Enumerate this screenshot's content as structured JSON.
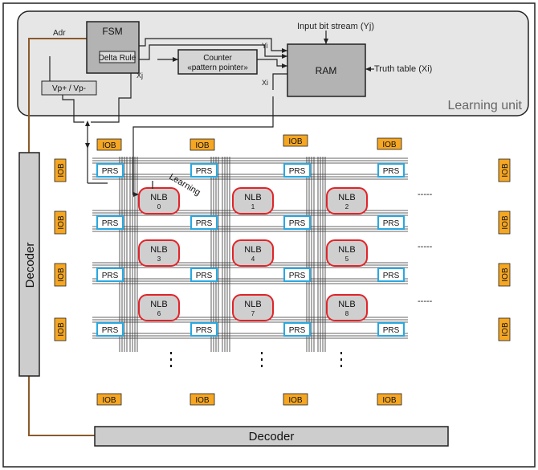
{
  "learning_unit": {
    "title": "Learning unit",
    "fsm": "FSM",
    "delta_rule": "Delta Rule",
    "counter_line1": "Counter",
    "counter_line2": "«pattern pointer»",
    "ram": "RAM",
    "vp": "Vp+ / Vp-",
    "adr": "Adr",
    "xj": "Xj",
    "yi": "Yi",
    "xi": "Xi",
    "input_stream": "Input bit stream (Yj)",
    "truth_table": "Truth table (Xi)"
  },
  "labels": {
    "learning": "Learning",
    "iob": "IOB",
    "prs": "PRS",
    "nlb": "NLB",
    "decoder_vertical": "Decoder",
    "decoder_horizontal": "Decoder",
    "vdots": "⋮",
    "hdots": "-----"
  },
  "nlb_indices": [
    "0",
    "1",
    "2",
    "3",
    "4",
    "5",
    "6",
    "7",
    "8"
  ],
  "colors": {
    "iob_fill": "#f5a623",
    "prs_border": "#29a8e0",
    "nlb_fill": "#cfcfcf",
    "nlb_border": "#e0242a",
    "decoder_fill": "#cdcdcd",
    "learning_unit_fill": "#e6e6e6",
    "block_fill": "#b3b3b3",
    "brown_wire": "#8b5a2b"
  }
}
